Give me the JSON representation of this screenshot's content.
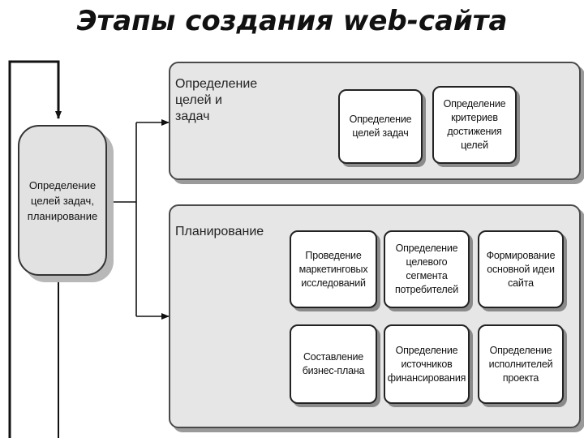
{
  "title": "Этапы создания web-сайта",
  "main_node": {
    "label": "Определение целей задач, планирование"
  },
  "stage_goals": {
    "label": "Определение целей и задач",
    "items": [
      {
        "label": "Определение целей задач"
      },
      {
        "label": "Определение критериев достижения целей"
      }
    ]
  },
  "stage_planning": {
    "label": "Планирование",
    "items": [
      {
        "label": "Проведение маркетинговых исследований"
      },
      {
        "label": "Определение целевого сегмента потребителей"
      },
      {
        "label": "Формирование основной идеи сайта"
      },
      {
        "label": "Составление бизнес-плана"
      },
      {
        "label": "Определение источников финансирования"
      },
      {
        "label": "Определение исполнителей проекта"
      }
    ]
  }
}
